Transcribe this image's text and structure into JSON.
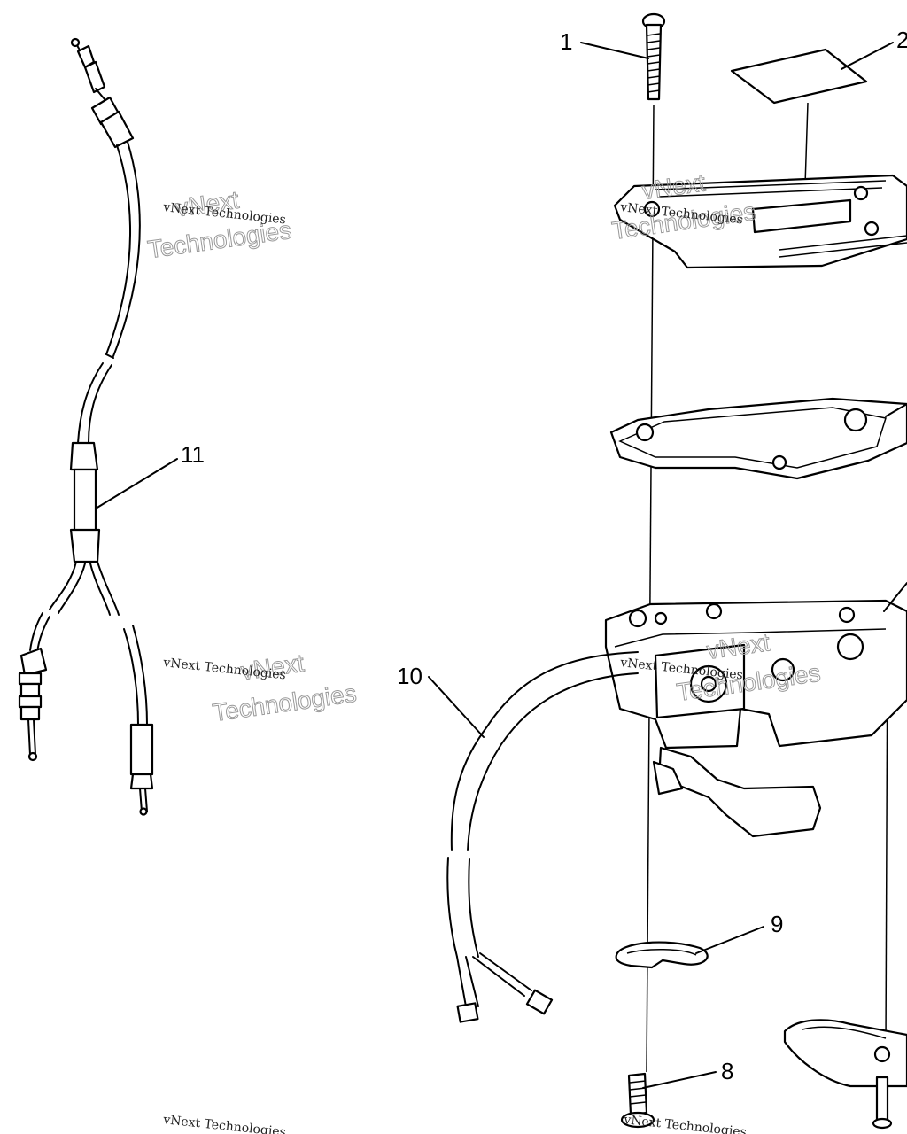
{
  "callouts": {
    "c1": "1",
    "c2": "2",
    "c8": "8",
    "c9": "9",
    "c10": "10",
    "c11": "11"
  },
  "watermarks": {
    "small": "vNext Technologies",
    "big_line1": "vNext",
    "big_line2": "Technologies"
  }
}
